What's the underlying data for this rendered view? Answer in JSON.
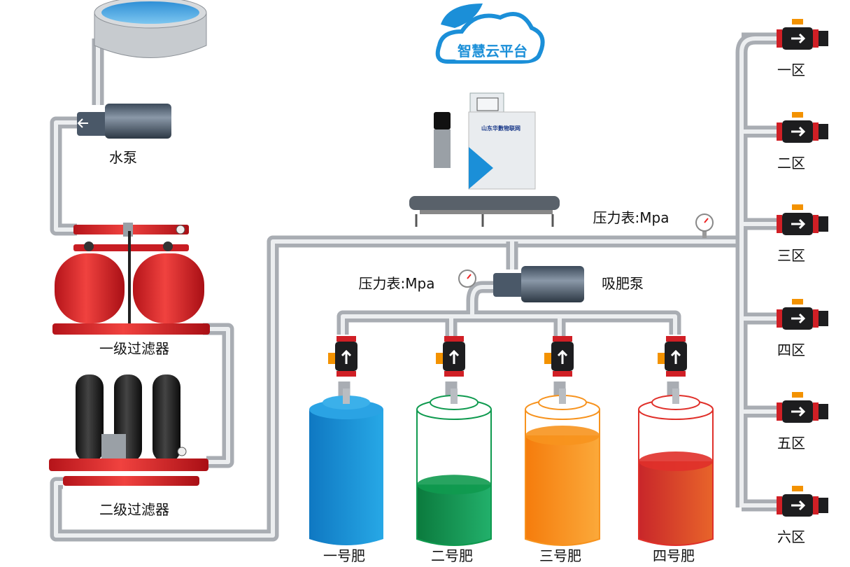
{
  "platform": {
    "logo_text": "智慧云平台",
    "machine_brand": "山东华數物联网"
  },
  "equipment": {
    "water_pump": "水泵",
    "filter_1": "一级过滤器",
    "filter_2": "二级过滤器",
    "fert_pump": "吸肥泵",
    "gauge_main": "压力表:Mpa",
    "gauge_fert": "压力表:Mpa"
  },
  "zones": [
    "一区",
    "二区",
    "三区",
    "四区",
    "五区",
    "六区"
  ],
  "tanks": [
    {
      "label": "一号肥",
      "level": 1.0,
      "color": "#1b8fd8"
    },
    {
      "label": "二号肥",
      "level": 0.42,
      "color": "#0f9a4f"
    },
    {
      "label": "三号肥",
      "level": 0.8,
      "color": "#f7931e"
    },
    {
      "label": "四号肥",
      "level": 0.6,
      "color": "#e0302a"
    }
  ],
  "colors": {
    "pipe": "#a9adb3",
    "filter_red": "#e5262b",
    "valve_black": "#1d1d1f",
    "logo_blue": "#1b8fd8"
  }
}
